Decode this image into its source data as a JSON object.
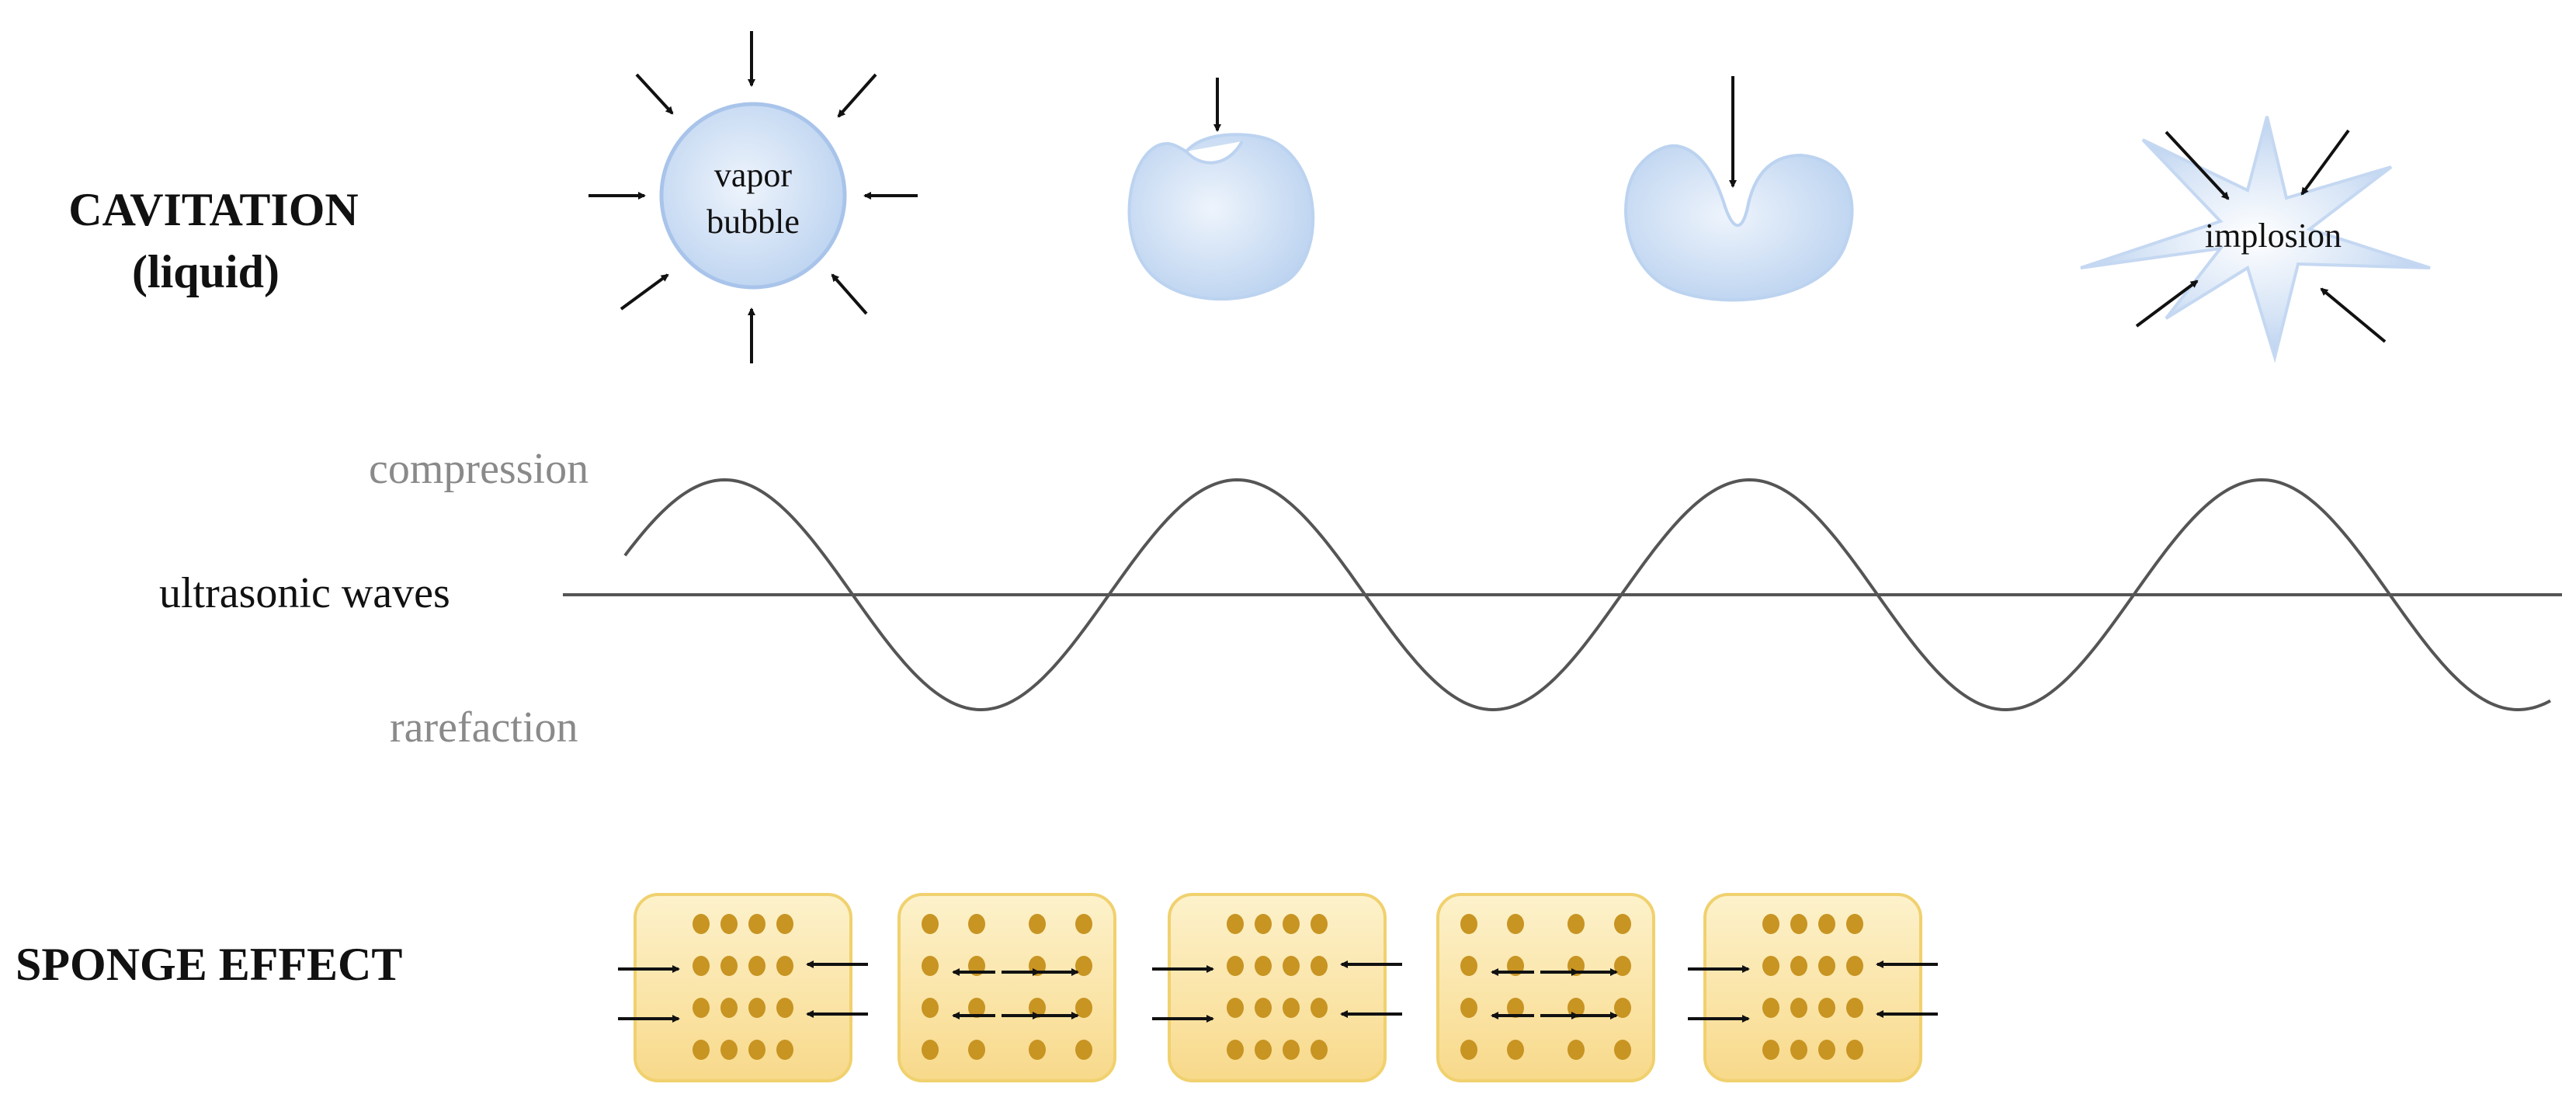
{
  "cavitation": {
    "title_line1": "CAVITATION",
    "title_line2": "(liquid)",
    "bubble_line1": "vapor",
    "bubble_line2": "bubble",
    "implosion_label": "implosion"
  },
  "waves": {
    "compression_label": "compression",
    "rarefaction_label": "rarefaction",
    "wave_label": "ultrasonic waves"
  },
  "sponge": {
    "title": "SPONGE EFFECT"
  },
  "colors": {
    "bubble_fill": "#c9dcf3",
    "bubble_edge": "#a9c4ea",
    "sponge_fill": "#fbe7a8",
    "sponge_edge": "#f0d16e",
    "pore": "#c89422",
    "ink": "#111111",
    "muted_text": "#8a8a8a"
  }
}
